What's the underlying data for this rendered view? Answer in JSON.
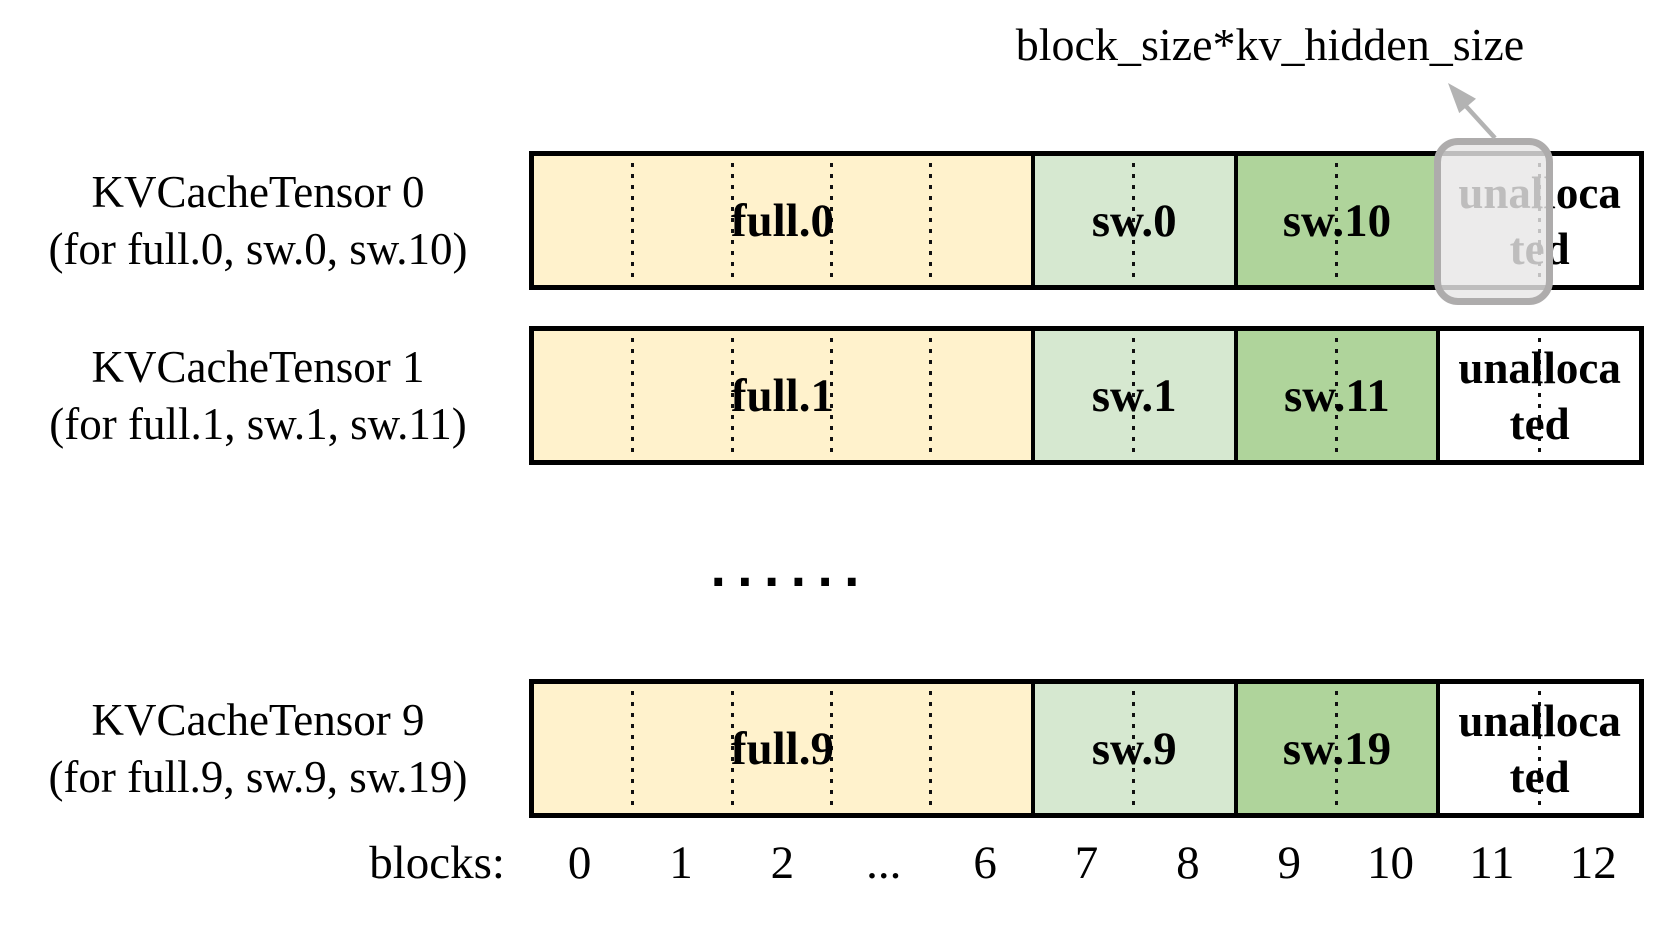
{
  "annotation": {
    "label": "block_size*kv_hidden_size"
  },
  "tensors": [
    {
      "name": "KVCacheTensor 0",
      "subtitle": "(for full.0, sw.0, sw.10)",
      "full_label": "full.0",
      "sw_label": "sw.0",
      "sw2_label": "sw.10",
      "unallocated_lines": [
        "unalloca",
        "ted"
      ]
    },
    {
      "name": "KVCacheTensor 1",
      "subtitle": "(for full.1, sw.1, sw.11)",
      "full_label": "full.1",
      "sw_label": "sw.1",
      "sw2_label": "sw.11",
      "unallocated_lines": [
        "unalloca",
        "ted"
      ]
    },
    {
      "name": "KVCacheTensor 9",
      "subtitle": "(for full.9, sw.9, sw.19)",
      "full_label": "full.9",
      "sw_label": "sw.9",
      "sw2_label": "sw.19",
      "unallocated_lines": [
        "unalloca",
        "ted"
      ]
    }
  ],
  "ellipsis": "......",
  "axis": {
    "label": "blocks:",
    "ticks": [
      "0",
      "1",
      "2",
      "...",
      "6",
      "7",
      "8",
      "9",
      "10",
      "11",
      "12"
    ]
  },
  "colors": {
    "full_segment": "#FFF2CC",
    "sw_low_segment": "#D6E8D0",
    "sw_high_segment": "#AFD49B",
    "unallocated_segment": "#FFFFFF",
    "segment_border": "#000000",
    "highlight_fill": "#E8E7E7",
    "highlight_border": "#AEACAC",
    "arrow": "#B3B3B3"
  }
}
